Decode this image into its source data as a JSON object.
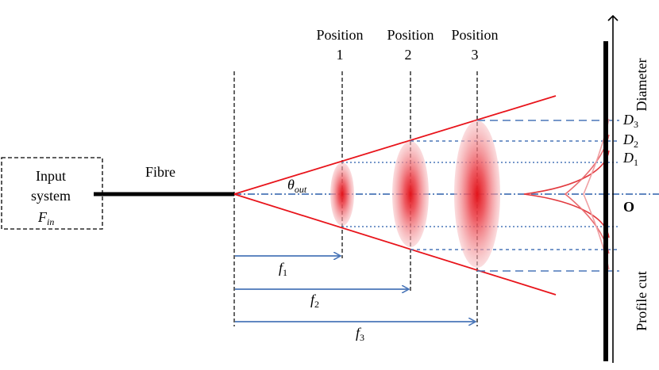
{
  "input_box": {
    "line1": "Input",
    "line2": "system",
    "symbol": "F",
    "sub": "in"
  },
  "fibre_label": "Fibre",
  "angle": {
    "symbol": "θ",
    "sub": "out"
  },
  "positions": [
    {
      "title": "Position",
      "number": "1"
    },
    {
      "title": "Position",
      "number": "2"
    },
    {
      "title": "Position",
      "number": "3"
    }
  ],
  "focal": [
    {
      "symbol": "f",
      "sub": "1"
    },
    {
      "symbol": "f",
      "sub": "2"
    },
    {
      "symbol": "f",
      "sub": "3"
    }
  ],
  "diameters": [
    {
      "symbol": "D",
      "sub": "3"
    },
    {
      "symbol": "D",
      "sub": "2"
    },
    {
      "symbol": "D",
      "sub": "1"
    }
  ],
  "origin_label": "O",
  "axis_top_label": "Diameter",
  "axis_bottom_label": "Profile cut",
  "colors": {
    "beam": "#e8141b",
    "guide": "#4a76b8",
    "spot_core": "#e2141b",
    "spot_edge": "#f7c1c4"
  }
}
